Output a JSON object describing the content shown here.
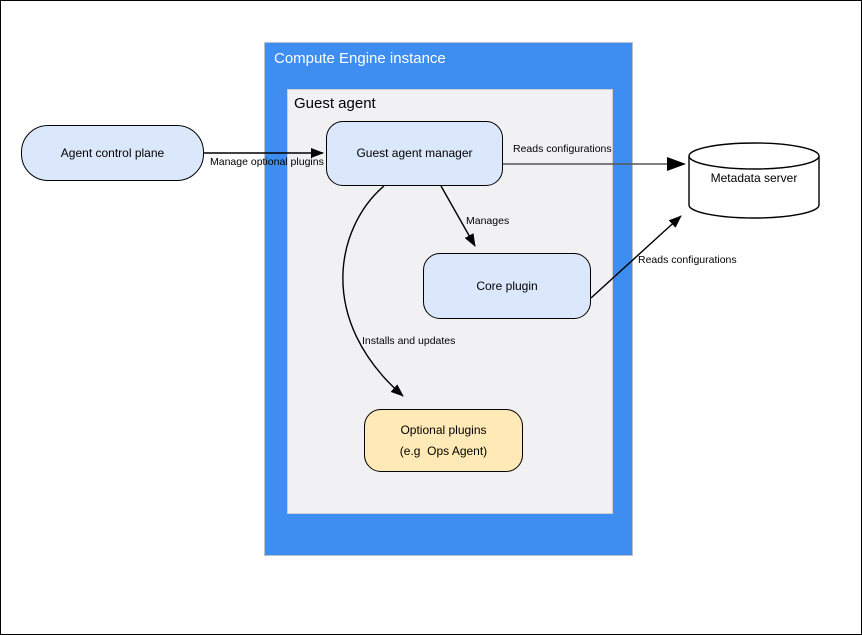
{
  "colors": {
    "compute_engine_fill": "#3e8ef2",
    "compute_engine_title_text": "#ffffff",
    "guest_agent_fill": "#f1f1f3",
    "node_fill_light_blue": "#dbe7fb",
    "node_fill_yellow": "#ffe9b6",
    "node_border": "#000000",
    "edge_stroke": "#000000",
    "edge_stroke_gray": "#565656",
    "cylinder_fill": "#ffffff"
  },
  "containers": {
    "compute_engine": {
      "label": "Compute Engine instance"
    },
    "guest_agent": {
      "label": "Guest agent"
    }
  },
  "nodes": {
    "agent_control_plane": {
      "label": "Agent control plane"
    },
    "guest_agent_manager": {
      "label": "Guest agent manager"
    },
    "core_plugin": {
      "label": "Core plugin"
    },
    "optional_plugins": {
      "label_line1": "Optional plugins",
      "label_line2": "(e.g  Ops Agent)"
    },
    "metadata_server": {
      "label": "Metadata server",
      "shape": "cylinder"
    }
  },
  "edges": {
    "manage_optional_plugins": {
      "label": "Manage optional plugins",
      "from": "agent_control_plane",
      "to": "guest_agent_manager"
    },
    "manager_reads_configurations": {
      "label": "Reads configurations",
      "from": "guest_agent_manager",
      "to": "metadata_server"
    },
    "manages": {
      "label": "Manages",
      "from": "guest_agent_manager",
      "to": "core_plugin"
    },
    "core_reads_configurations": {
      "label": "Reads configurations",
      "from": "core_plugin",
      "to": "metadata_server"
    },
    "installs_and_updates": {
      "label": "Installs and updates",
      "from": "guest_agent_manager",
      "to": "optional_plugins"
    }
  }
}
